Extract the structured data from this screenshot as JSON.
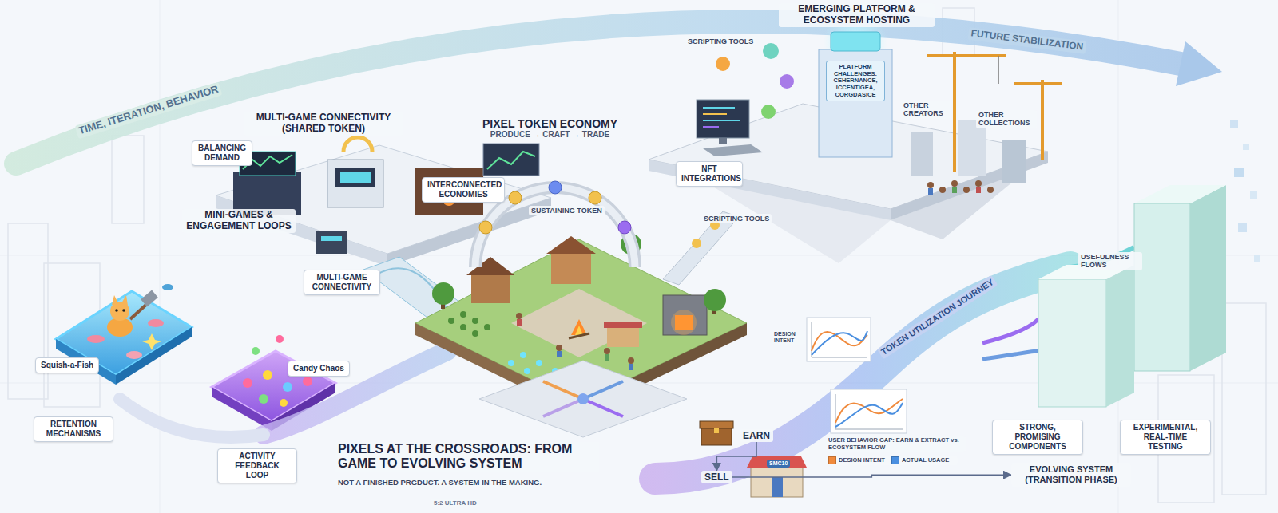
{
  "diagram": {
    "title": "PIXELS AT THE CROSSROADS: FROM GAME TO EVOLVING SYSTEM",
    "caption": "NOT A FINISHED PRGDUCT. A SYSTEM IN THE MAKING.",
    "nodes": [
      {
        "text": [
          "BALANCING DEMAND"
        ]
      },
      {
        "text": [
          "INTERCONNECTED ECONOMIES"
        ]
      },
      {
        "text": [
          "MULTI-GAME CONNECTIVITY"
        ]
      },
      {
        "text": [
          "Squish-a-Fish"
        ]
      },
      {
        "text": [
          "Candy Chaos"
        ]
      },
      {
        "text": [
          "RETENTION MECHANISMS"
        ]
      },
      {
        "text": [
          "ACTIVITY FEEDBACK LOOP"
        ]
      },
      {
        "text": [
          "PIXEL TOKEN ECONOMY",
          "PRODUCE → CRAFT → TRADE"
        ]
      },
      {
        "text": [
          "NFT INTEGRATIONS"
        ]
      },
      {
        "text": [
          "PLATFORM CHALLENGES: CEHERNANCE, ICCENTIGEA, CORGDASICE"
        ]
      },
      {
        "text": [
          "EARN"
        ]
      },
      {
        "text": [
          "SELL"
        ]
      },
      {
        "text": [
          "STRONG, PROMISING COMPONENTS"
        ]
      },
      {
        "text": [
          "EXPERIMENTAL, REAL-TIME TESTING"
        ]
      },
      {
        "text": [
          "EVOLVING SYSTEM (TRANSITION PHASE)"
        ]
      }
    ],
    "edges": [
      {
        "from": 10,
        "to": 11,
        "arrow": "to"
      },
      {
        "from": 11,
        "to": 14,
        "arrow": "to"
      }
    ],
    "labels": [
      "TIME, ITERATION, BEHAVIOR",
      "FUTURE STABILIZATION",
      "MULTI-GAME CONNECTIVITY (SHARED TOKEN)",
      "MINI-GAMES & ENGAGEMENT LOOPS",
      "SUSTAINING TOKEN",
      "EMERGING PLATFORM & ECOSYSTEM HOSTING",
      "SCRIPTING TOOLS",
      "SCRIPTING TOOLS",
      "OTHER CREATORS",
      "OTHER COLLECTIONS",
      "USEFULNESS FLOWS",
      "TOKEN UTILIZATION JOURNEY",
      "DESION INTENT",
      "SMC10",
      "USER BEHAVIOR GAP: EARN & EXTRACT vs. ECOSYSTEM FLOW",
      "5:2 ULTRA HD"
    ],
    "legend": [
      {
        "text": "DESION INTENT",
        "color": "#f08a3c"
      },
      {
        "text": "ACTUAL USAGE",
        "color": "#4a8fe0"
      }
    ]
  }
}
